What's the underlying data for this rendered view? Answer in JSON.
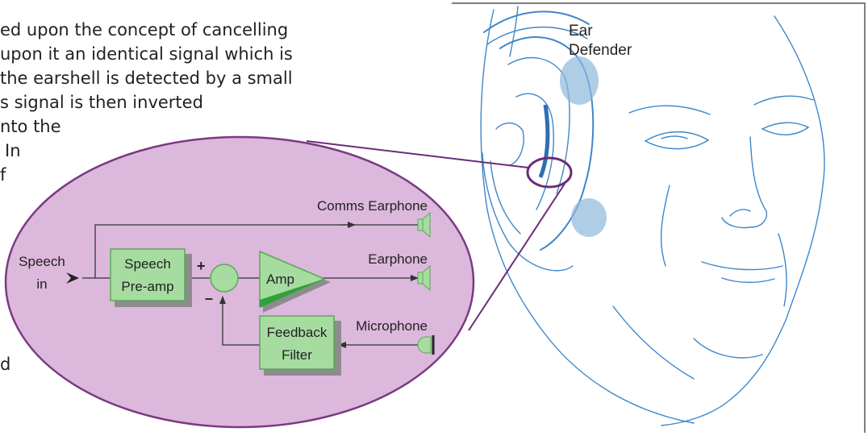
{
  "text_fragments": [
    "ed upon the concept of cancelling",
    " upon it an identical signal which is",
    " the earshell is detected by a small",
    "s signal is then inverted",
    "nto the",
    "In",
    "f"
  ],
  "text_fragment_lower": "d",
  "labels": {
    "ear_defender_line1": "Ear",
    "ear_defender_line2": "Defender",
    "speech_in_line1": "Speech",
    "speech_in_line2": "in",
    "speech_preamp_line1": "Speech",
    "speech_preamp_line2": "Pre-amp",
    "amp": "Amp",
    "feedback_filter_line1": "Feedback",
    "feedback_filter_line2": "Filter",
    "comms_earphone": "Comms Earphone",
    "earphone": "Earphone",
    "microphone": "Microphone",
    "plus_sign": "+",
    "minus_sign": "–"
  },
  "colors": {
    "ellipse_fill": "#dcb8dc",
    "ellipse_stroke": "#7a3a82",
    "block_fill": "#a6dca0",
    "block_stroke": "#5aa858",
    "block_shadow": "#8c8c8c",
    "amp_accent": "#2fa23c",
    "sketch_line": "#3f87c8",
    "wire": "#333333"
  }
}
